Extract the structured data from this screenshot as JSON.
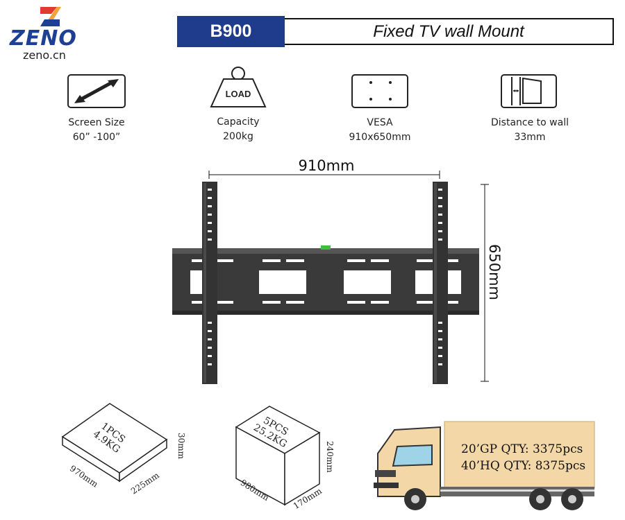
{
  "brand": {
    "name": "ZENO",
    "url": "zeno.cn",
    "colors": {
      "primary": "#1f3c8c",
      "accent_red": "#e23b2b",
      "accent_orange": "#f2a23a"
    }
  },
  "header": {
    "model": "B900",
    "title": "Fixed TV wall Mount"
  },
  "specs": [
    {
      "icon": "diagonal-arrow-icon",
      "label": "Screen Size",
      "value": "60”  -100”"
    },
    {
      "icon": "weight-icon",
      "icon_text": "LOAD",
      "label": "Capacity",
      "value": "200kg"
    },
    {
      "icon": "vesa-pattern-icon",
      "label": "VESA",
      "value": "910x650mm"
    },
    {
      "icon": "wall-distance-icon",
      "label": "Distance to wall",
      "value": "33mm"
    }
  ],
  "mount": {
    "width_label": "910mm",
    "height_label": "650mm"
  },
  "packaging": [
    {
      "qty": "1PCS",
      "weight": "4.9KG",
      "length": "970mm",
      "width": "225mm",
      "height": "30mm"
    },
    {
      "qty": "5PCS",
      "weight": "25.2KG",
      "length": "980mm",
      "width": "170mm",
      "height": "240mm"
    }
  ],
  "container": {
    "lines": [
      "20’GP QTY:  3375pcs",
      "40’HQ QTY:  8375pcs"
    ],
    "truck_color": "#f3d7a6"
  }
}
